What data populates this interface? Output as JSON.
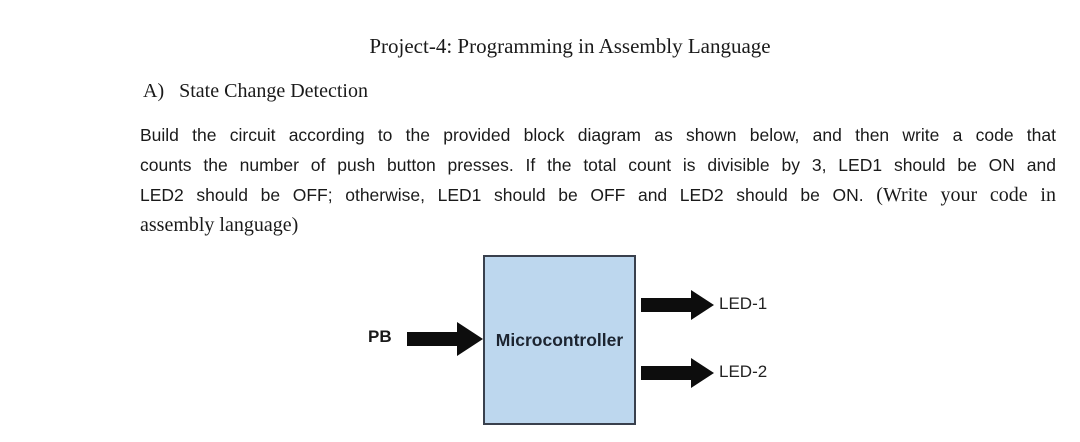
{
  "colors": {
    "page-bg": "#ffffff",
    "text": "#1a1a1a",
    "block-fill": "#bdd7ee",
    "block-border": "#39404d",
    "arrow": "#0d0d0d"
  },
  "document": {
    "title": "Project-4: Programming in Assembly Language",
    "section": {
      "label": "A)",
      "heading": "State Change Detection"
    },
    "paragraph": {
      "line1": "Build the circuit according to the provided block diagram as shown below, and then write a code that",
      "line2": "counts the number of push button presses. If the total count is divisible by 3, LED1 should be ON and",
      "line3_sans": "LED2 should be OFF; otherwise, LED1 should be OFF and LED2 should be ON.",
      "line3_serif": "(Write your code in",
      "line4_serif": "assembly language)"
    }
  },
  "diagram": {
    "input_label": "PB",
    "block_label": "Microcontroller",
    "outputs": [
      {
        "label": "LED-1"
      },
      {
        "label": "LED-2"
      }
    ]
  }
}
